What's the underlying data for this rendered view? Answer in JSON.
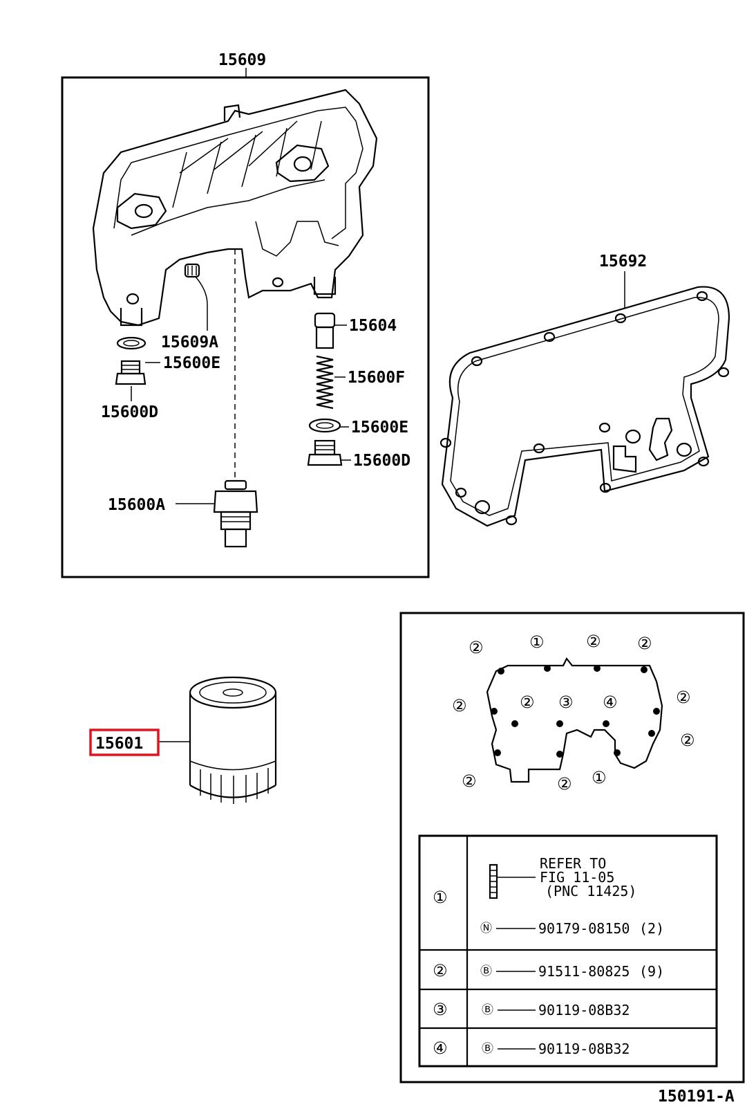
{
  "diagram": {
    "figure_id": "150191-A",
    "parts": {
      "p15609": "15609",
      "p15692": "15692",
      "p15604": "15604",
      "p15609A": "15609A",
      "p15600E_left": "15600E",
      "p15600F": "15600F",
      "p15600D_left": "15600D",
      "p15600E_right": "15600E",
      "p15600D_right": "15600D",
      "p15600A": "15600A",
      "p15601": "15601"
    },
    "bolt_markers": [
      "②",
      "①",
      "②",
      "②",
      "②",
      "②",
      "③",
      "④",
      "②",
      "②",
      "②",
      "②",
      "①"
    ],
    "legend": {
      "rows": [
        {
          "key": "①",
          "lines": [
            "REFER TO",
            "FIG 11-05",
            "(PNC 11425)"
          ],
          "sub_key": "Ⓝ",
          "part_no": "90179-08150",
          "qty": "(2)"
        },
        {
          "key": "②",
          "sub_key": "Ⓑ",
          "part_no": "91511-80825",
          "qty": "(9)"
        },
        {
          "key": "③",
          "sub_key": "Ⓑ",
          "part_no": "90119-08B32",
          "qty": ""
        },
        {
          "key": "④",
          "sub_key": "Ⓑ",
          "part_no": "90119-08B32",
          "qty": ""
        }
      ]
    },
    "highlight_color": "#e8101c"
  }
}
